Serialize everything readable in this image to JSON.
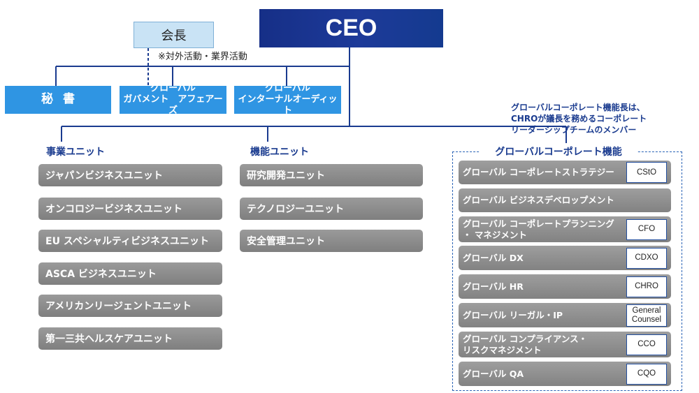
{
  "top": {
    "ceo": "CEO",
    "chairman": "会長",
    "chairman_note": "※対外活動・業界活動"
  },
  "staff": {
    "secretary": "秘書",
    "government_affairs": [
      "グローバル",
      "ガバメント　アフェアーズ"
    ],
    "internal_audit": [
      "グローバル",
      "インターナルオーディット"
    ]
  },
  "business_units": {
    "title": "事業ユニット",
    "items": [
      "ジャパンビジネスユニット",
      "オンコロジービジネスユニット",
      "EU スペシャルティビジネスユニット",
      "ASCA ビジネスユニット",
      "アメリカンリージェントユニット",
      "第一三共ヘルスケアユニット"
    ]
  },
  "function_units": {
    "title": "機能ユニット",
    "items": [
      "研究開発ユニット",
      "テクノロジーユニット",
      "安全管理ユニット"
    ]
  },
  "global_corporate": {
    "title": "グローバルコーポレート機能",
    "note": [
      "グローバルコーポレート機能長は、",
      "CHROが議長を務めるコーポレート",
      "リーダーシップチームのメンバー"
    ],
    "items": [
      {
        "label": [
          "グローバル コーポレートストラテジー"
        ],
        "tag": [
          "CStO"
        ]
      },
      {
        "label": [
          "グローバル ビジネスデベロップメント"
        ],
        "tag": []
      },
      {
        "label": [
          "グローバル コーポレートプランニング",
          "・ マネジメント"
        ],
        "tag": [
          "CFO"
        ]
      },
      {
        "label": [
          "グローバル DX"
        ],
        "tag": [
          "CDXO"
        ]
      },
      {
        "label": [
          "グローバル HR"
        ],
        "tag": [
          "CHRO"
        ]
      },
      {
        "label": [
          "グローバル リーガル・IP"
        ],
        "tag": [
          "General",
          "Counsel"
        ]
      },
      {
        "label": [
          "グローバル コンプライアンス・",
          "リスクマネジメント"
        ],
        "tag": [
          "CCO"
        ]
      },
      {
        "label": [
          "グローバル QA"
        ],
        "tag": [
          "CQO"
        ]
      }
    ]
  }
}
